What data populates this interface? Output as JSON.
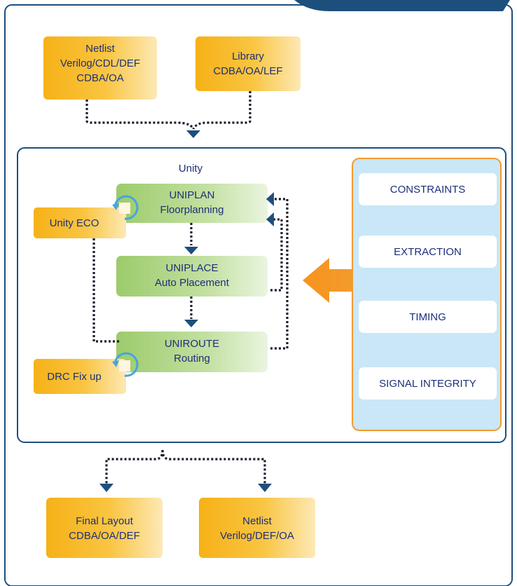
{
  "inputs": {
    "netlist": {
      "lines": [
        "Netlist",
        "Verilog/CDL/DEF",
        "CDBA/OA"
      ]
    },
    "library": {
      "lines": [
        "Library",
        "CDBA/OA/LEF"
      ]
    }
  },
  "unity": {
    "title": "Unity",
    "uniplan": {
      "lines": [
        "UNIPLAN",
        "Floorplanning"
      ]
    },
    "uniplace": {
      "lines": [
        "UNIPLACE",
        "Auto Placement"
      ]
    },
    "uniroute": {
      "lines": [
        "UNIROUTE",
        "Routing"
      ]
    },
    "eco": {
      "label": "Unity ECO"
    },
    "drc": {
      "label": "DRC Fix up"
    }
  },
  "engines": {
    "items": [
      "CONSTRAINTS",
      "EXTRACTION",
      "TIMING",
      "SIGNAL INTEGRITY"
    ]
  },
  "outputs": {
    "final_layout": {
      "lines": [
        "Final Layout",
        "CDBA/OA/DEF"
      ]
    },
    "netlist_out": {
      "lines": [
        "Netlist",
        "Verilog/DEF/OA"
      ]
    }
  },
  "colors": {
    "navy": "#1d4f7c",
    "orange": "#f7941d",
    "yellow": "#f9b91a",
    "green": "#9ccb6b",
    "light_blue": "#c7e6f5",
    "cycle_blue": "#4aa3dd"
  }
}
